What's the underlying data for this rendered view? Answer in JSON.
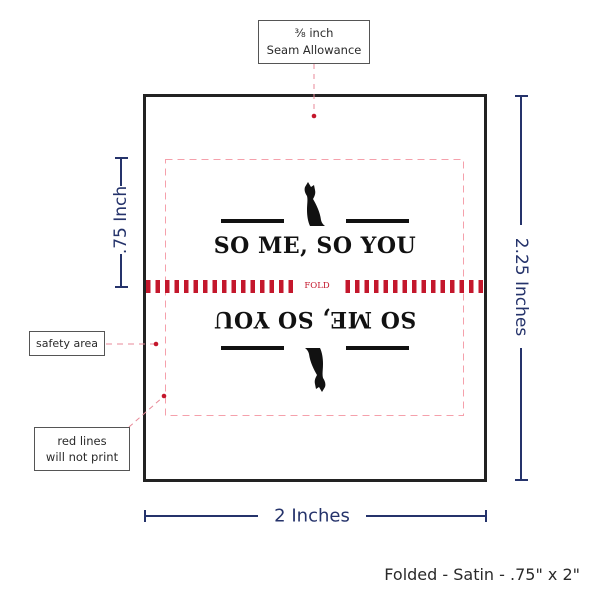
{
  "callouts": {
    "seam_allowance": {
      "line1": "⅜ inch",
      "line2": "Seam Allowance"
    },
    "safety_area": "safety area",
    "red_lines": {
      "line1": "red lines",
      "line2": "will not print"
    }
  },
  "label_design": {
    "slogan": "SO ME, SO YOU",
    "fold_label": "FOLD",
    "icon": "cat-silhouette-icon"
  },
  "dimensions": {
    "folded_height": ".75 Inch",
    "total_height": "2.25 Inches",
    "width": "2 Inches"
  },
  "footer": "Folded - Satin - .75\" x 2\"",
  "colors": {
    "dimension": "#25336b",
    "guide_red": "#c4172c",
    "safety_pink": "#f08a9a",
    "border": "#222222"
  }
}
